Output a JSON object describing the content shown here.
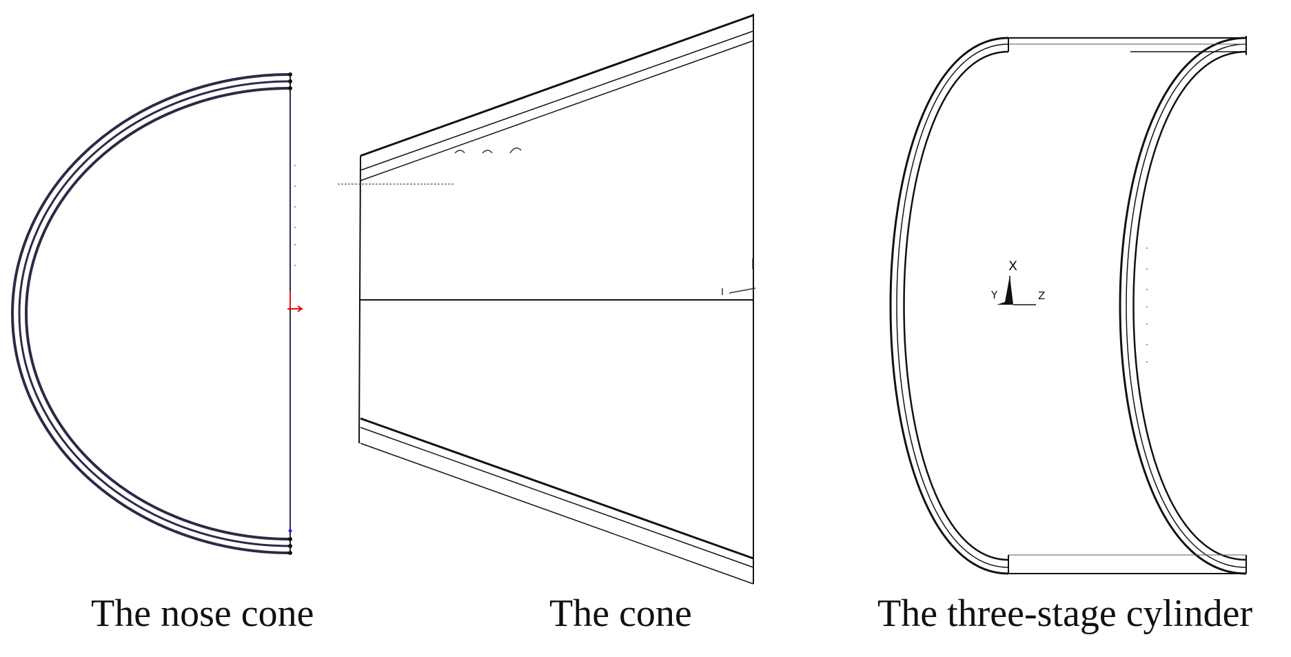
{
  "captions": {
    "nose_cone": "The nose cone",
    "cone": "The cone",
    "three_stage_cylinder": "The three-stage cylinder"
  },
  "axis_triad": {
    "x": "X",
    "y": "Y",
    "z": "Z"
  },
  "colors": {
    "nose_cone_outline": "#2a2a48",
    "line": "#111111",
    "thin_line": "#555555",
    "marker_red": "#e01010",
    "marker_blue": "#1a2ad0"
  }
}
